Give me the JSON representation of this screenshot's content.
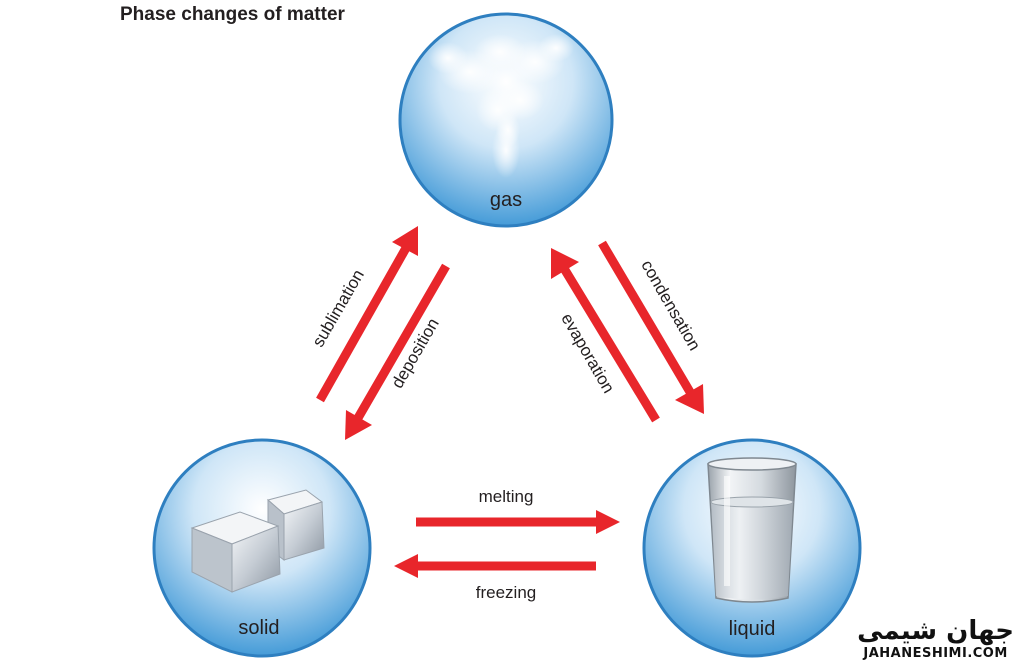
{
  "title": "Phase changes of matter",
  "states": {
    "gas": "gas",
    "solid": "solid",
    "liquid": "liquid"
  },
  "transitions": {
    "sublimation": "sublimation",
    "deposition": "deposition",
    "evaporation": "evaporation",
    "condensation": "condensation",
    "melting": "melting",
    "freezing": "freezing"
  },
  "watermark": {
    "logo_text": "جهان شیمی",
    "url": "JAHANESHIMI.COM"
  },
  "colors": {
    "arrow": "#e8262b",
    "circle_border": "#2e7fc0",
    "circle_fill_center": "#ffffff",
    "circle_fill_edge": "#4fa3dd",
    "text": "#231f20",
    "watermark_accent": "#f2a11f"
  }
}
